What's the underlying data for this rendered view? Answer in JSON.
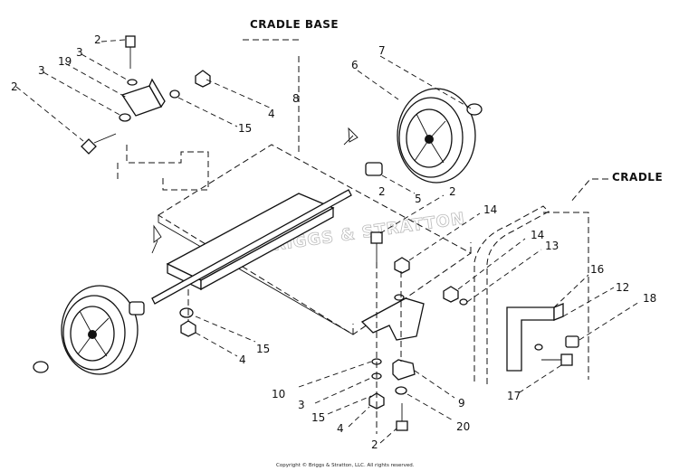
{
  "headings": {
    "cradle_base": "CRADLE  BASE",
    "cradle": "CRADLE"
  },
  "callouts": [
    "2",
    "3",
    "19",
    "3",
    "2",
    "2",
    "4",
    "15",
    "8",
    "7",
    "6",
    "5",
    "2",
    "14",
    "14",
    "13",
    "16",
    "12",
    "18",
    "15",
    "4",
    "10",
    "3",
    "15",
    "4",
    "2",
    "20",
    "9",
    "17"
  ],
  "watermark": "BRIGGS & STRATTON",
  "copyright": "Copyright © Briggs & Stratton, LLC. All rights reserved."
}
